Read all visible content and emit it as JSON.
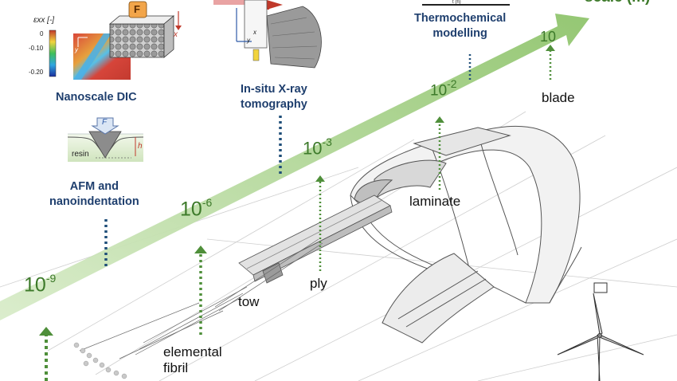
{
  "axis": {
    "label": "scale (m)",
    "color": "#a8d08a",
    "arrow_color": "#3d7a2a",
    "scales": [
      {
        "base": "10",
        "exp": "-9"
      },
      {
        "base": "10",
        "exp": "-6"
      },
      {
        "base": "10",
        "exp": "-3"
      },
      {
        "base": "10",
        "exp": "-2"
      },
      {
        "base": "10",
        "exp": ""
      }
    ]
  },
  "methods": {
    "dic": {
      "title": "Nanoscale DIC",
      "strain_label": "εxx [-]",
      "ticks": [
        "0",
        "-0.10",
        "-0.20"
      ],
      "force": "F",
      "axis_x": "x",
      "axis_y": "y"
    },
    "afm": {
      "title_line1": "AFM and",
      "title_line2": "nanoindentation",
      "force": "F",
      "resin": "resin",
      "depth": "h"
    },
    "xray": {
      "title_line1": "In-situ X-ray",
      "title_line2": "tomography",
      "axis_x": "x",
      "axis_y": "y"
    },
    "thermo": {
      "title_line1": "Thermochemical",
      "title_line2": "modelling",
      "time_axis": "t (h)"
    }
  },
  "components": {
    "fibril_line1": "elemental",
    "fibril_line2": "fibril",
    "tow": "tow",
    "ply": "ply",
    "laminate": "laminate",
    "blade": "blade"
  },
  "colors": {
    "method_text": "#1f3f6e",
    "scale_text": "#3d7a2a",
    "dotted_blue": "#1f4e79",
    "dotted_green": "#4f8f3a"
  }
}
